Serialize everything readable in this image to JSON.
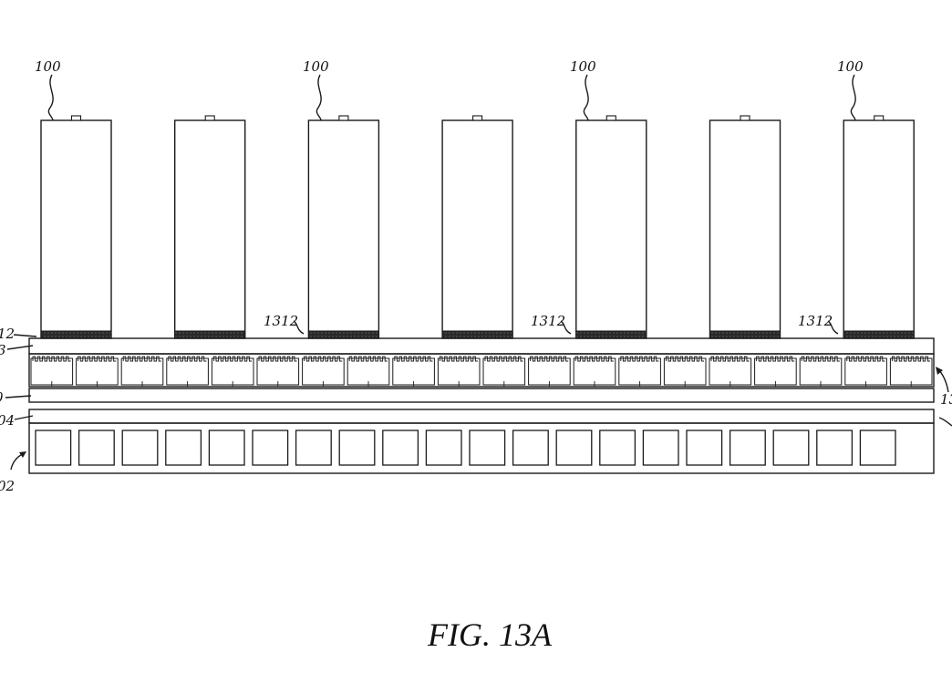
{
  "figure": {
    "caption": "FIG. 13A",
    "cell_count": 7,
    "cell_labels": [
      "100",
      "100",
      "100",
      "100"
    ],
    "pad_labels": [
      "1312",
      "1312",
      "1312"
    ],
    "edge_labels_left": [
      "12",
      "3",
      "0",
      "04",
      "02"
    ],
    "edge_labels_right": [
      "13"
    ],
    "pin_rows": 20,
    "chamber_count": 20
  }
}
